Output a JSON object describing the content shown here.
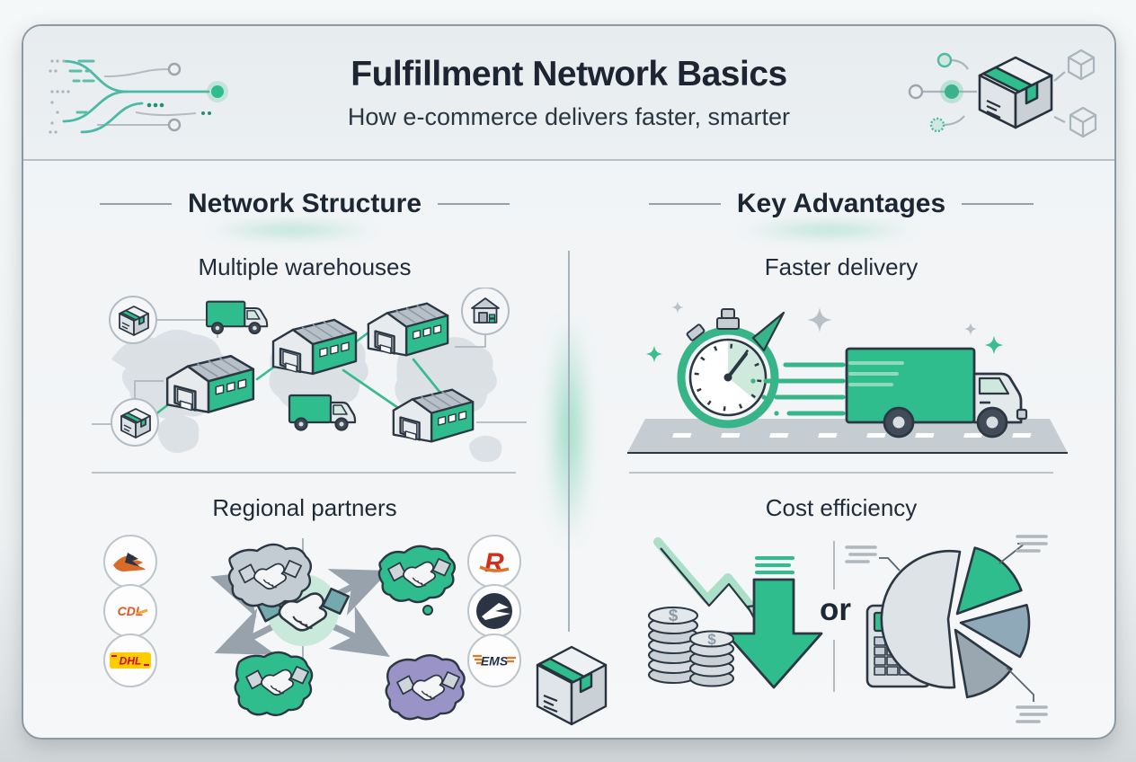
{
  "header": {
    "title": "Fulfillment Network Basics",
    "subtitle": "How e-commerce delivers faster, smarter"
  },
  "network_structure": {
    "heading": "Network Structure",
    "warehouses_title": "Multiple warehouses",
    "partners_title": "Regional partners",
    "logos": {
      "cdl": "CDL",
      "dhl": "DHL",
      "r": "R",
      "ems": "EMS"
    },
    "logo_icons": {
      "left_top": "express-wing-icon",
      "right_middle": "postal-eagle-icon"
    }
  },
  "key_advantages": {
    "heading": "Key Advantages",
    "delivery_title": "Faster delivery",
    "cost_title": "Cost efficiency",
    "or_label": "or"
  },
  "cost_efficiency": {
    "dollar": "$"
  },
  "colors": {
    "accent_green": "#2fbd8d",
    "light_green": "#cde9dc",
    "dark_outline": "#2c3744",
    "text_dark": "#1c2531",
    "map_purple": "#9a93c8",
    "dhl_yellow": "#ffcc00",
    "logo_red": "#d0301b",
    "logo_orange": "#e0732c"
  }
}
